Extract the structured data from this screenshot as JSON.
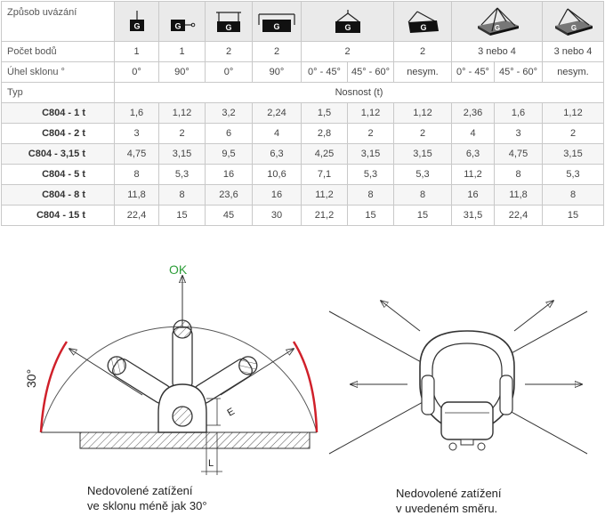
{
  "table": {
    "labels": {
      "method": "Způsob uvázání",
      "points": "Počet bodů",
      "angle": "Úhel sklonu °",
      "type": "Typ",
      "capacity": "Nosnost (t)"
    },
    "icon_letter": "G",
    "points": [
      "1",
      "1",
      "2",
      "2",
      "2",
      "2",
      "3 nebo 4",
      "3 nebo 4"
    ],
    "angles": [
      "0°",
      "90°",
      "0°",
      "90°",
      "0° - 45°",
      "45° - 60°",
      "nesym.",
      "0° - 45°",
      "45° - 60°",
      "nesym."
    ],
    "rows": [
      {
        "type": "C804 - 1 t",
        "values": [
          "1,6",
          "1,12",
          "3,2",
          "2,24",
          "1,5",
          "1,12",
          "1,12",
          "2,36",
          "1,6",
          "1,12"
        ]
      },
      {
        "type": "C804 - 2 t",
        "values": [
          "3",
          "2",
          "6",
          "4",
          "2,8",
          "2",
          "2",
          "4",
          "3",
          "2"
        ]
      },
      {
        "type": "C804 - 3,15 t",
        "values": [
          "4,75",
          "3,15",
          "9,5",
          "6,3",
          "4,25",
          "3,15",
          "3,15",
          "6,3",
          "4,75",
          "3,15"
        ]
      },
      {
        "type": "C804 - 5 t",
        "values": [
          "8",
          "5,3",
          "16",
          "10,6",
          "7,1",
          "5,3",
          "5,3",
          "11,2",
          "8",
          "5,3"
        ]
      },
      {
        "type": "C804 - 8 t",
        "values": [
          "11,8",
          "8",
          "23,6",
          "16",
          "11,2",
          "8",
          "8",
          "16",
          "11,8",
          "8"
        ]
      },
      {
        "type": "C804 - 15 t",
        "values": [
          "22,4",
          "15",
          "45",
          "30",
          "21,2",
          "15",
          "15",
          "31,5",
          "22,4",
          "15"
        ]
      }
    ]
  },
  "diagram": {
    "ok_label": "OK",
    "angle_label": "30°",
    "dim_e": "E",
    "dim_l": "L",
    "caption_left": [
      "Nedovolené zatížení",
      "ve sklonu méně jak  30°"
    ],
    "caption_right": [
      "Nedovolené zatížení",
      "v uvedeném směru."
    ],
    "colors": {
      "ok": "#2e9e3a",
      "forbidden": "#d0202a",
      "line": "#333333"
    }
  }
}
